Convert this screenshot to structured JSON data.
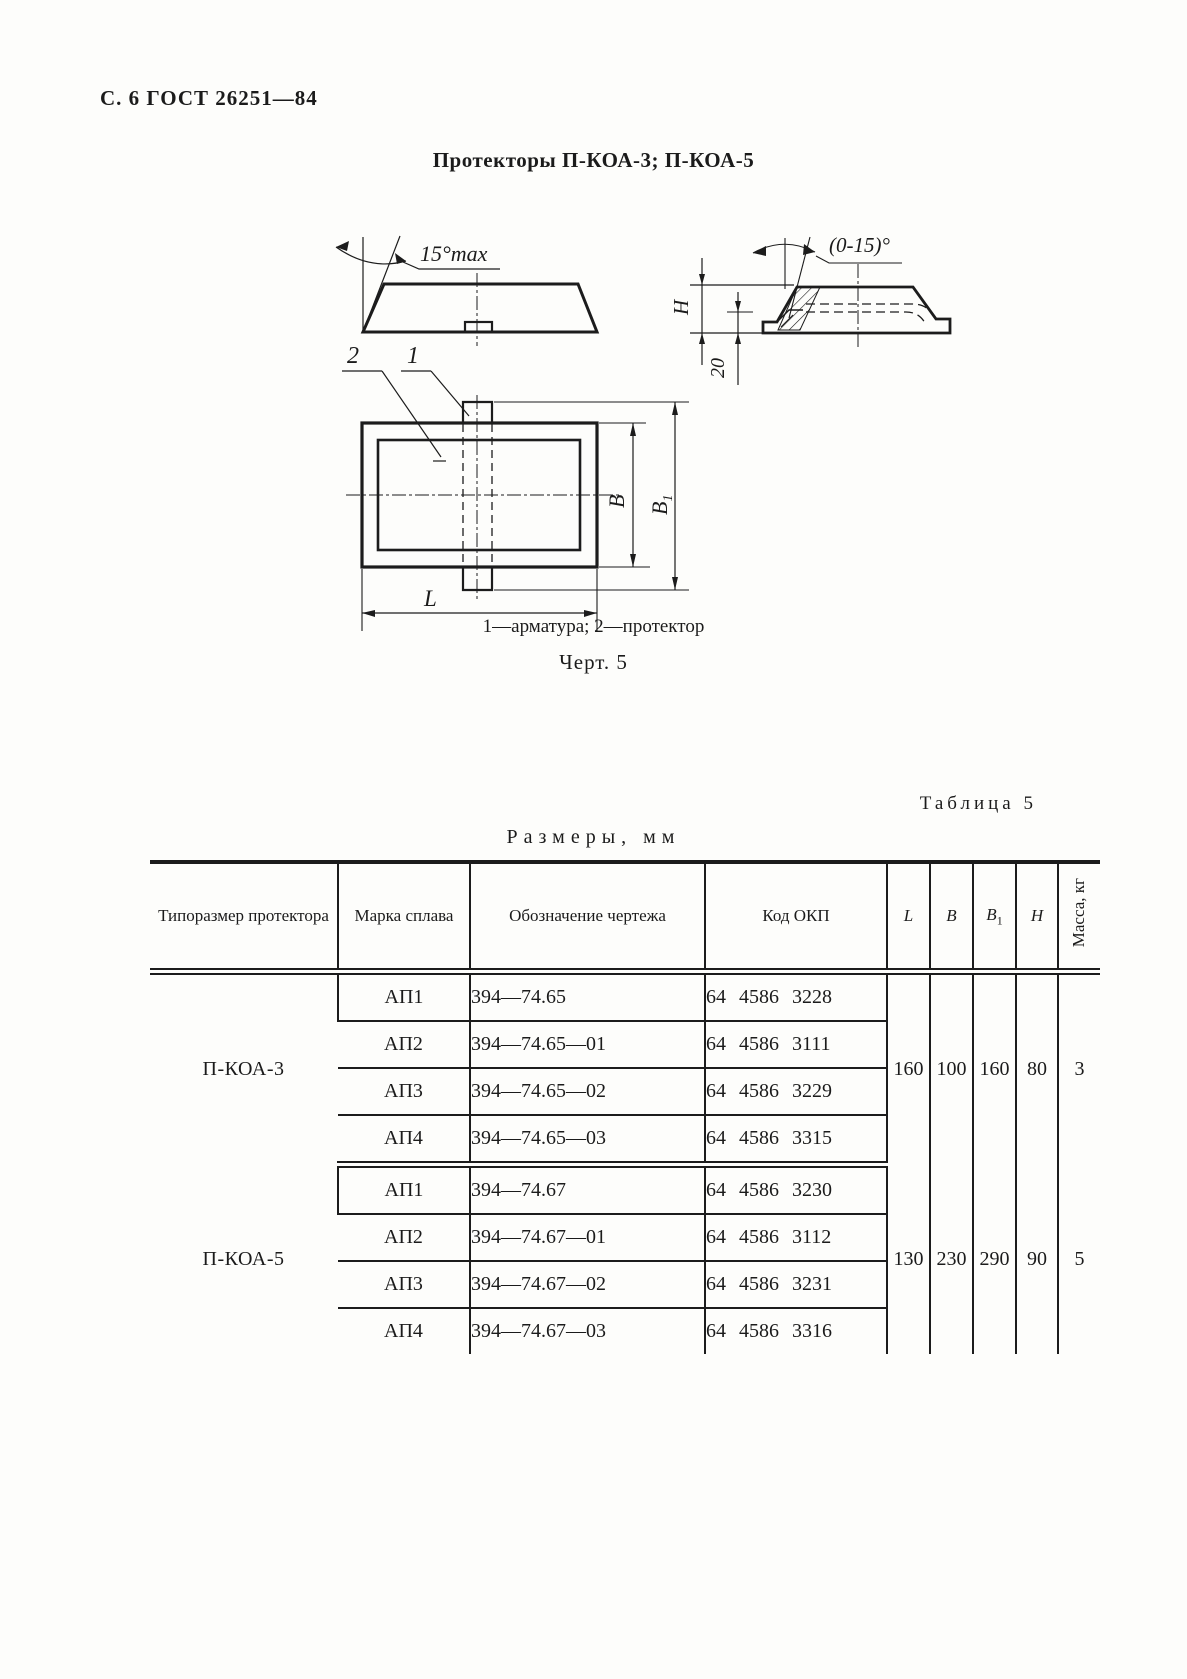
{
  "page": {
    "header": "С. 6 ГОСТ 26251—84",
    "title": "Протекторы П-КОА-3; П-КОА-5"
  },
  "figure": {
    "side_view_angle": "15°max",
    "section_angle": "(0-15)°",
    "dim_H": "H",
    "dim_20": "20",
    "dim_B": "B",
    "dim_B1_base": "B",
    "dim_B1_sub": "1",
    "dim_L": "L",
    "callout_1": "1",
    "callout_2": "2",
    "legend": "1—арматура; 2—протектор",
    "caption": "Черт. 5"
  },
  "table": {
    "label": "Таблица 5",
    "title": "Размеры, мм",
    "headers": {
      "type": "Типоразмер протектора",
      "alloy": "Марка сплава",
      "drawing": "Обозначение чертежа",
      "okp": "Код ОКП",
      "L": "L",
      "B": "B",
      "B1_base": "B",
      "B1_sub": "1",
      "H": "H",
      "mass": "Масса, кг"
    },
    "groups": [
      {
        "type": "П-КОА-3",
        "rows": [
          {
            "alloy": "АП1",
            "drawing": "394—74.65",
            "okp": "64 4586 3228"
          },
          {
            "alloy": "АП2",
            "drawing": "394—74.65—01",
            "okp": "64 4586 3111"
          },
          {
            "alloy": "АП3",
            "drawing": "394—74.65—02",
            "okp": "64 4586 3229"
          },
          {
            "alloy": "АП4",
            "drawing": "394—74.65—03",
            "okp": "64 4586 3315"
          }
        ],
        "dims": {
          "L": "160",
          "B": "100",
          "B1": "160",
          "H": "80",
          "mass": "3"
        }
      },
      {
        "type": "П-КОА-5",
        "rows": [
          {
            "alloy": "АП1",
            "drawing": "394—74.67",
            "okp": "64 4586 3230"
          },
          {
            "alloy": "АП2",
            "drawing": "394—74.67—01",
            "okp": "64 4586 3112"
          },
          {
            "alloy": "АП3",
            "drawing": "394—74.67—02",
            "okp": "64 4586 3231"
          },
          {
            "alloy": "АП4",
            "drawing": "394—74.67—03",
            "okp": "64 4586 3316"
          }
        ],
        "dims": {
          "L": "130",
          "B": "230",
          "B1": "290",
          "H": "90",
          "mass": "5"
        }
      }
    ]
  }
}
